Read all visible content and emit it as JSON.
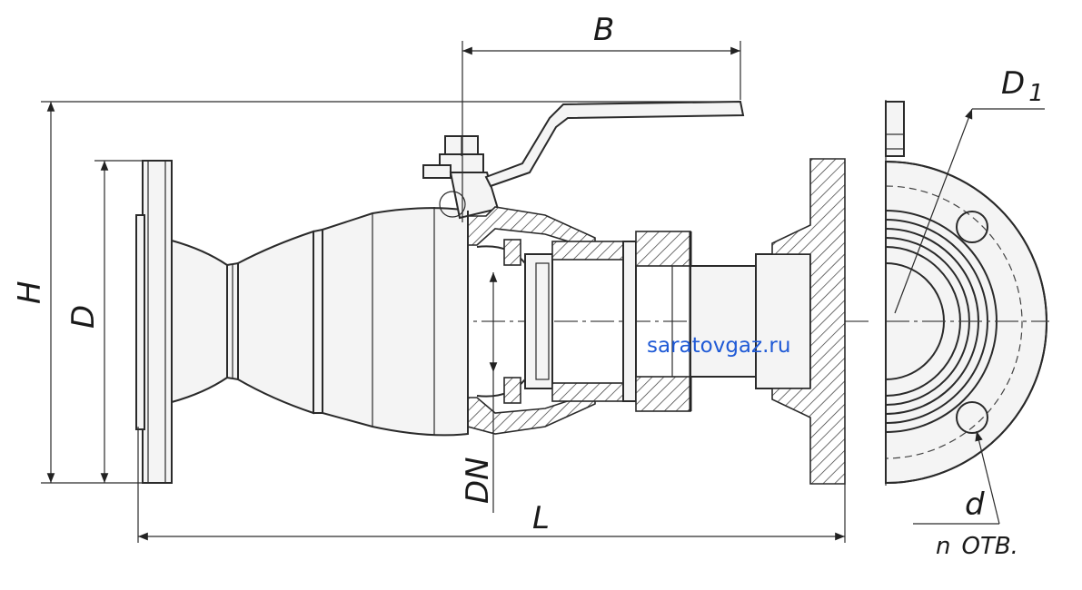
{
  "dimensions": {
    "b": "B",
    "h": "H",
    "d": "D",
    "d1_main": "D",
    "d1_sub": "1",
    "dn": "DN",
    "l": "L",
    "hole_d": "d",
    "holes_n": "n",
    "holes_suffix": "ОТВ."
  },
  "watermark": "saratovgaz.ru"
}
